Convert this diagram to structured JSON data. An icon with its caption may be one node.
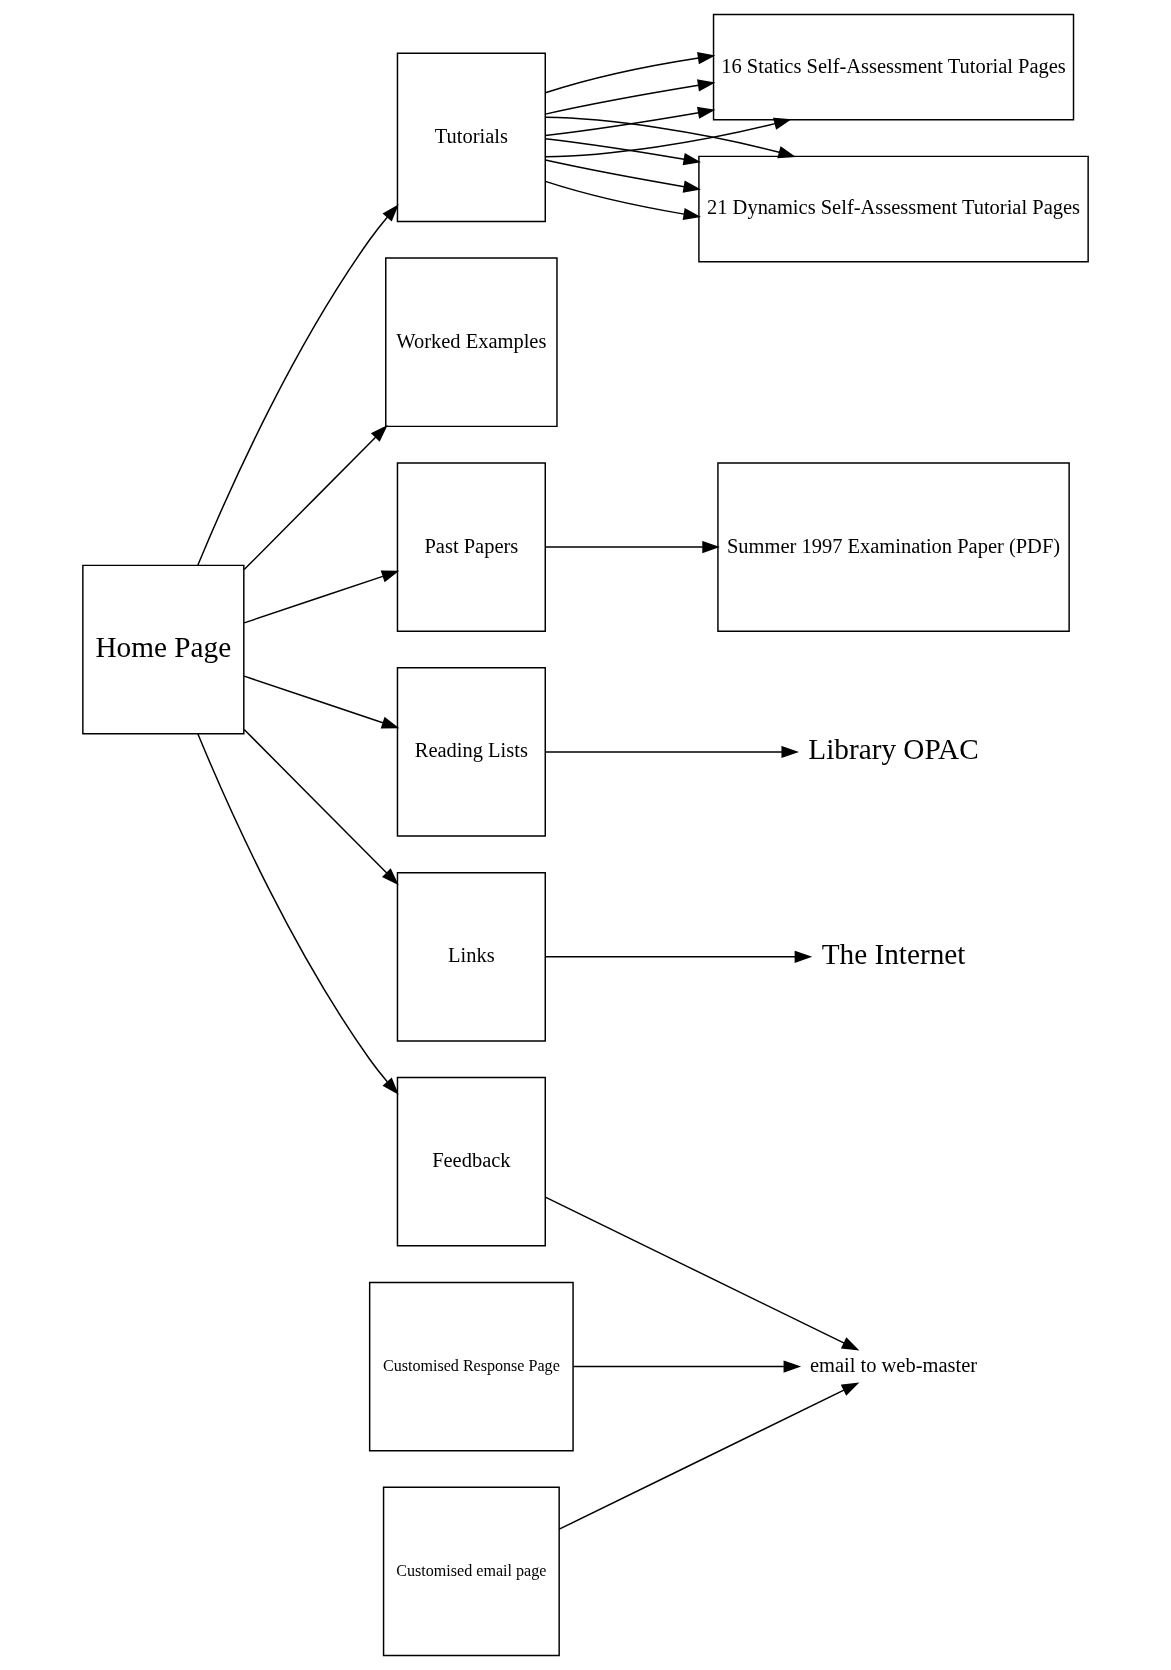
{
  "diagram": {
    "nodes": [
      {
        "text": [
          "Home Page"
        ]
      },
      {
        "text": [
          "Tutorials"
        ]
      },
      {
        "text": [
          "Worked Examples"
        ]
      },
      {
        "text": [
          "Past Papers"
        ]
      },
      {
        "text": [
          "Reading Lists"
        ]
      },
      {
        "text": [
          "Links"
        ]
      },
      {
        "text": [
          "Feedback"
        ]
      },
      {
        "text": [
          "16 Statics Self-Assessment Tutorial Pages"
        ]
      },
      {
        "text": [
          "21 Dynamics Self-Assessment Tutorial Pages"
        ]
      },
      {
        "text": [
          "Summer 1997 Examination Paper (PDF)"
        ]
      },
      {
        "text": [
          "Library OPAC"
        ]
      },
      {
        "text": [
          "The Internet"
        ]
      },
      {
        "text": [
          "email to web-master"
        ]
      },
      {
        "text": [
          "Customised Response Page"
        ]
      },
      {
        "text": [
          "Customised email page"
        ]
      }
    ],
    "edges": [
      {
        "from": 0,
        "to": 1,
        "arrow": "to"
      },
      {
        "from": 0,
        "to": 2,
        "arrow": "to"
      },
      {
        "from": 0,
        "to": 3,
        "arrow": "to"
      },
      {
        "from": 0,
        "to": 4,
        "arrow": "to"
      },
      {
        "from": 0,
        "to": 5,
        "arrow": "to"
      },
      {
        "from": 0,
        "to": 6,
        "arrow": "to"
      },
      {
        "from": 1,
        "to": 7,
        "arrow": "to"
      },
      {
        "from": 1,
        "to": 7,
        "arrow": "to"
      },
      {
        "from": 1,
        "to": 7,
        "arrow": "to"
      },
      {
        "from": 1,
        "to": 7,
        "arrow": "to"
      },
      {
        "from": 1,
        "to": 8,
        "arrow": "to"
      },
      {
        "from": 1,
        "to": 8,
        "arrow": "to"
      },
      {
        "from": 1,
        "to": 8,
        "arrow": "to"
      },
      {
        "from": 1,
        "to": 8,
        "arrow": "to"
      },
      {
        "from": 3,
        "to": 9,
        "arrow": "to"
      },
      {
        "from": 4,
        "to": 10,
        "arrow": "to"
      },
      {
        "from": 5,
        "to": 11,
        "arrow": "to"
      },
      {
        "from": 6,
        "to": 12,
        "arrow": "to"
      },
      {
        "from": 13,
        "to": 12,
        "arrow": "to"
      },
      {
        "from": 14,
        "to": 12,
        "arrow": "to"
      }
    ]
  }
}
